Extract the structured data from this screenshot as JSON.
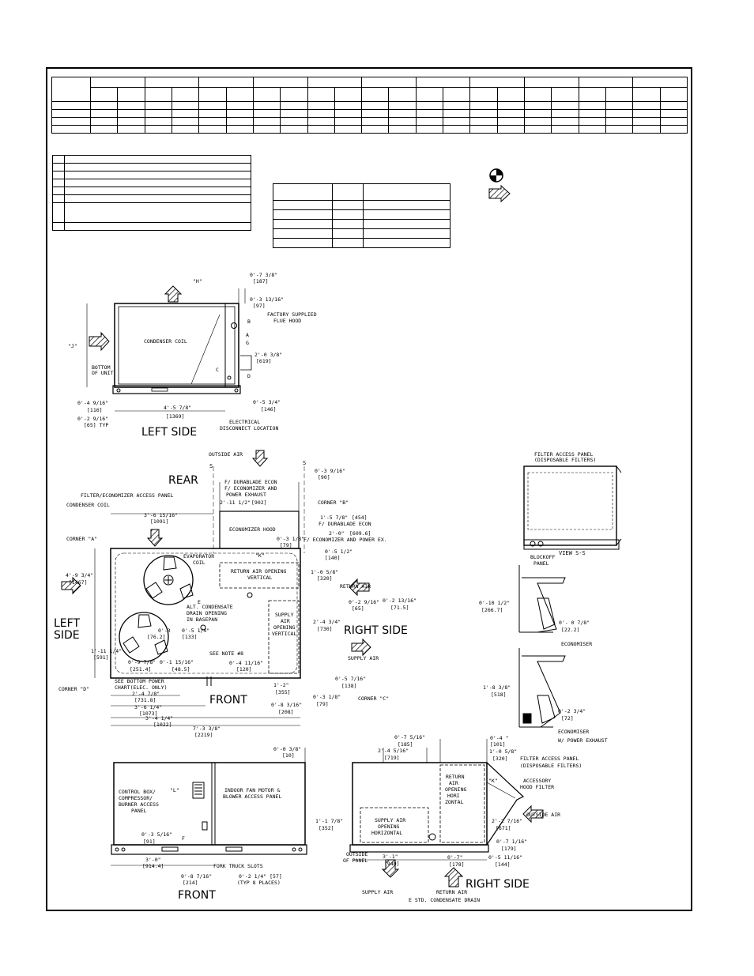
{
  "views": {
    "left_side_top": {
      "title": "LEFT SIDE",
      "labels": {
        "condenser_coil": "CONDENSER COIL",
        "flue_hood": [
          "FACTORY SUPPLIED",
          "FLUE HOOD"
        ],
        "bottom_of_unit": [
          "BOTTOM",
          "OF UNIT"
        ],
        "electrical": [
          "ELECTRICAL",
          "DISCONNECT LOCATION"
        ],
        "h": "\"H\"",
        "j": "\"J\"",
        "a": "A",
        "b": "B",
        "c": "C",
        "d": "D",
        "g": "G"
      },
      "dims": {
        "d1": "0'-7 3/8\"",
        "d1m": "[187]",
        "d2": "0'-3 13/16\"",
        "d2m": "[97]",
        "d3": "2'-0 3/8\"",
        "d3m": "[619]",
        "d4": "0'-4 9/16\"",
        "d4m": "[116]",
        "d5": "4'-5 7/8\"",
        "d5m": "[1369]",
        "d6": "0'-5 3/4\"",
        "d6m": "[146]",
        "d7": "0'-2 9/16\"",
        "d7m": "[65] TYP"
      }
    },
    "top": {
      "rear": "REAR",
      "front": "FRONT",
      "left_side": [
        "LEFT",
        "SIDE"
      ],
      "right_side": "RIGHT SIDE",
      "s": "S",
      "labels": {
        "outside_air": "OUTSIDE AIR",
        "durablade": [
          "F/ DURABLADE ECON",
          "F/ ECONOMIZER AND",
          "POWER EXHAUST"
        ],
        "filter_panel": "FILTER/ECONOMIZER ACCESS PANEL",
        "condenser_coil": "CONDENSER COIL",
        "corner_a": "CORNER \"A\"",
        "corner_b": "CORNER \"B\"",
        "corner_c": "CORNER \"C\"",
        "corner_d": "CORNER \"D\"",
        "economizer_hood": "ECONOMIZER HOOD",
        "evap_coil": [
          "EVAPORATOR",
          "COIL"
        ],
        "k": "\"K\"",
        "return_air_opening": [
          "RETURN AIR OPENING",
          "VERTICAL"
        ],
        "return_air": "RETURN AIR",
        "alt_drain": [
          "ALT. CONDENSATE",
          "DRAIN OPENING",
          "IN BASEPAN"
        ],
        "e": "E",
        "supply_opening": [
          "SUPPLY",
          "AIR",
          "OPENING",
          "VERTICAL"
        ],
        "see_note": "SEE NOTE #8",
        "supply_air": "SUPPLY AIR",
        "bottom_power": [
          "SEE BOTTOM POWER",
          "CHART(ELEC. ONLY)"
        ],
        "f_durablade2": "F/ DURABLADE ECON",
        "f_econ_power": "F/ ECONOMIZER AND POWER EX."
      },
      "dims": {
        "a1": "0'-3 9/16\"",
        "a1m": "[90]",
        "a2": "2'-11 1/2\"",
        "a2m": "[902]",
        "a3": "3'-6 15/16\"",
        "a3m": "[1091]",
        "a4": "1'-5 7/8\"",
        "a4m": "[454]",
        "a5": "2'-0\"",
        "a5m": "[609.6]",
        "a6": "0'-3 1/8\"",
        "a6m": "[79]",
        "a7": "0'-5 1/2\"",
        "a7m": "[140]",
        "a8": "1'-0 5/8\"",
        "a8m": "[320]",
        "a9": "4'-9 3/4\"",
        "a9m": "[1467]",
        "a10": "0'-2 9/16\"",
        "a10m": "[65]",
        "a11": "0'-2 13/16\"",
        "a11m": "[71.5]",
        "a12": "2'-4 3/4\"",
        "a12m": "[730]",
        "a13": "0'-3",
        "a13m": "[76.2]",
        "a14": "0'-5 1/4\"",
        "a14m": "[133]",
        "a15": "1'-11 1/4\"",
        "a15m": "[591]",
        "a16": "0'-9 7/8\"",
        "a16m": "[251.4]",
        "a17": "0'-1 15/16\"",
        "a17m": "[48.5]",
        "a18": "0'-4 11/16\"",
        "a18m": "[120]",
        "a19": "0'-5 7/16\"",
        "a19m": "[138]",
        "a20": "2'-4 7/8\"",
        "a20m": "[731.8]",
        "a21": "3'-6 1/4\"",
        "a21m": "[1073]",
        "a22": "3'-4 1/4\"",
        "a22m": "[1022]",
        "a23": "1'-2\"",
        "a23m": "[355]",
        "a24": "0'-8 3/16\"",
        "a24m": "[208]",
        "a25": "0'-3 1/8\"",
        "a25m": "[79]",
        "a26": "7'-3 3/8\"",
        "a26m": "[2219]"
      }
    },
    "view_ss": {
      "title": "VIEW S-S",
      "filter_panel": [
        "FILTER ACCESS PANEL",
        "(DISPOSABLE FILTERS)"
      ],
      "blockoff": [
        "BLOCKOFF",
        "PANEL"
      ]
    },
    "econ_details": {
      "economiser": "ECONOMISER",
      "economiser_pe": [
        "ECONOMISER",
        "W/ POWER EXHAUST"
      ],
      "e1": "0'-10 1/2\"",
      "e1m": "[266.7]",
      "e2": "0'- 0 7/8\"",
      "e2m": "[22.2]",
      "e3": "1'-8 3/8\"",
      "e3m": "[518]",
      "e4": "0'-2 3/4\"",
      "e4m": "[72]"
    },
    "front_bottom": {
      "title": "FRONT",
      "control_box": [
        "CONTROL BOX/",
        "COMPRESSOR/",
        "BURNER ACCESS",
        "PANEL"
      ],
      "indoor_fan": [
        "INDOOR FAN MOTOR &",
        "BLOWER ACCESS PANEL"
      ],
      "l": "\"L\"",
      "f": "F",
      "fork": "FORK TRUCK SLOTS",
      "b1": "0'-3 5/16\"",
      "b1m": "[91]",
      "b2": "3'-0\"",
      "b2m": "[914.4]",
      "b3": "0'-8 7/16\"",
      "b3m": "[214]",
      "b4": "0'-2 1/4\" [57]",
      "b4m": "(TYP 8 PLACES)",
      "b5": "0'-0 3/8\"",
      "b5m": "[10]"
    },
    "right_side_bottom": {
      "title": "RIGHT SIDE",
      "return_opening": [
        "RETURN",
        "AIR",
        "OPENING",
        "HORI",
        "ZONTAL"
      ],
      "supply_opening": [
        "SUPPLY AIR",
        "OPENING",
        "HORIZONTAL"
      ],
      "filter_panel": [
        "FILTER ACCESS PANEL",
        "(DISPOSABLE FILTERS)"
      ],
      "hood_filter": [
        "ACCESSORY",
        "HOOD FILTER"
      ],
      "outside_air": "OUTSIDE AIR",
      "k": "\"K\"",
      "outside_panel": [
        "OUTSIDE",
        "OF PANEL"
      ],
      "supply_air": "SUPPLY AIR",
      "return_air": "RETURN AIR",
      "drain": "E STD. CONDENSATE DRAIN",
      "c1": "0'-7 5/16\"",
      "c1m": "[185]",
      "c2": "2'-4 5/16\"",
      "c2m": "[719]",
      "c3": "0'-4 \"",
      "c3m": "[101]",
      "c4": "1'-0 5/8\"",
      "c4m": "[320]",
      "c5": "1'-1 7/8\"",
      "c5m": "[352]",
      "c6": "2'-2 7/16\"",
      "c6m": "[671]",
      "c7": "0'-7 1/16\"",
      "c7m": "[179]",
      "c8": "3'-1\"",
      "c8m": "[940]",
      "c9": "0'-7\"",
      "c9m": "[178]",
      "c10": "0'-5 11/16\"",
      "c10m": "[144]"
    }
  }
}
